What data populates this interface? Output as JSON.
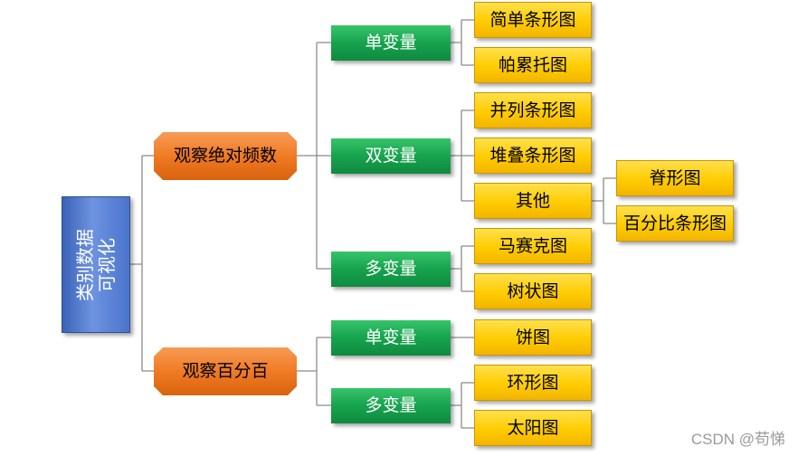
{
  "root": {
    "line1": "类别数据",
    "line2": "可视化"
  },
  "branch_absolute": {
    "label": "观察绝对频数",
    "single": {
      "label": "单变量",
      "leaves": [
        "简单条形图",
        "帕累托图"
      ]
    },
    "double": {
      "label": "双变量",
      "leaves": [
        "并列条形图",
        "堆叠条形图"
      ],
      "other": {
        "label": "其他",
        "leaves": [
          "脊形图",
          "百分比条形图"
        ]
      }
    },
    "multi": {
      "label": "多变量",
      "leaves": [
        "马赛克图",
        "树状图"
      ]
    }
  },
  "branch_percent": {
    "label": "观察百分百",
    "single": {
      "label": "单变量",
      "leaves": [
        "饼图"
      ]
    },
    "multi": {
      "label": "多变量",
      "leaves": [
        "环形图",
        "太阳图"
      ]
    }
  },
  "colors": {
    "root": "#4a72c8",
    "branch": "#f07b24",
    "group": "#17a34e",
    "leaf": "#ffcc00",
    "connector": "#8b8b8b"
  },
  "watermark": "CSDN @苟悌"
}
